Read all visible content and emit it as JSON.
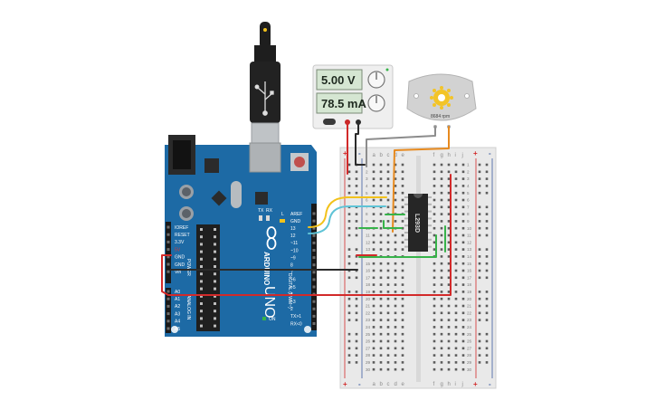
{
  "power_supply": {
    "voltage": "5.00 V",
    "current": "78.5 mA"
  },
  "motor": {
    "speed": "8684 rpm"
  },
  "arduino": {
    "brand": "ARDUINO",
    "model": "UNO",
    "digital_title": "DIGITAL (PWM~)",
    "power_title": "POWER",
    "analog_title": "ANALOG IN",
    "on_label": "ON",
    "tx_label": "TX",
    "rx_label": "RX",
    "l_label": "L",
    "digital_pins": [
      "AREF",
      "GND",
      "13",
      "12",
      "~11",
      "~10",
      "~9",
      "8",
      "7",
      "~6",
      "~5",
      "4",
      "~3",
      "2",
      "TX>1",
      "RX<0"
    ],
    "power_pins": [
      "IOREF",
      "RESET",
      "3.3V",
      "5V",
      "GND",
      "GND",
      "Vin"
    ],
    "analog_pins": [
      "A0",
      "A1",
      "A2",
      "A3",
      "A4",
      "A5"
    ]
  },
  "breadboard": {
    "letters_left": [
      "a",
      "b",
      "c",
      "d",
      "e"
    ],
    "letters_right": [
      "f",
      "g",
      "h",
      "i",
      "j"
    ],
    "rows": 30,
    "rail_plus": "+",
    "rail_minus": "-"
  },
  "chip": {
    "label": "L293D"
  },
  "colors": {
    "arduino_blue": "#1d6aa5",
    "wire_red": "#d22a2a",
    "wire_black": "#2b2b2b",
    "wire_yellow": "#f2c21b",
    "wire_cyan": "#5fc3d6",
    "wire_orange": "#e78a1f",
    "wire_gray": "#8c8c8c",
    "wire_green": "#37b34a"
  }
}
